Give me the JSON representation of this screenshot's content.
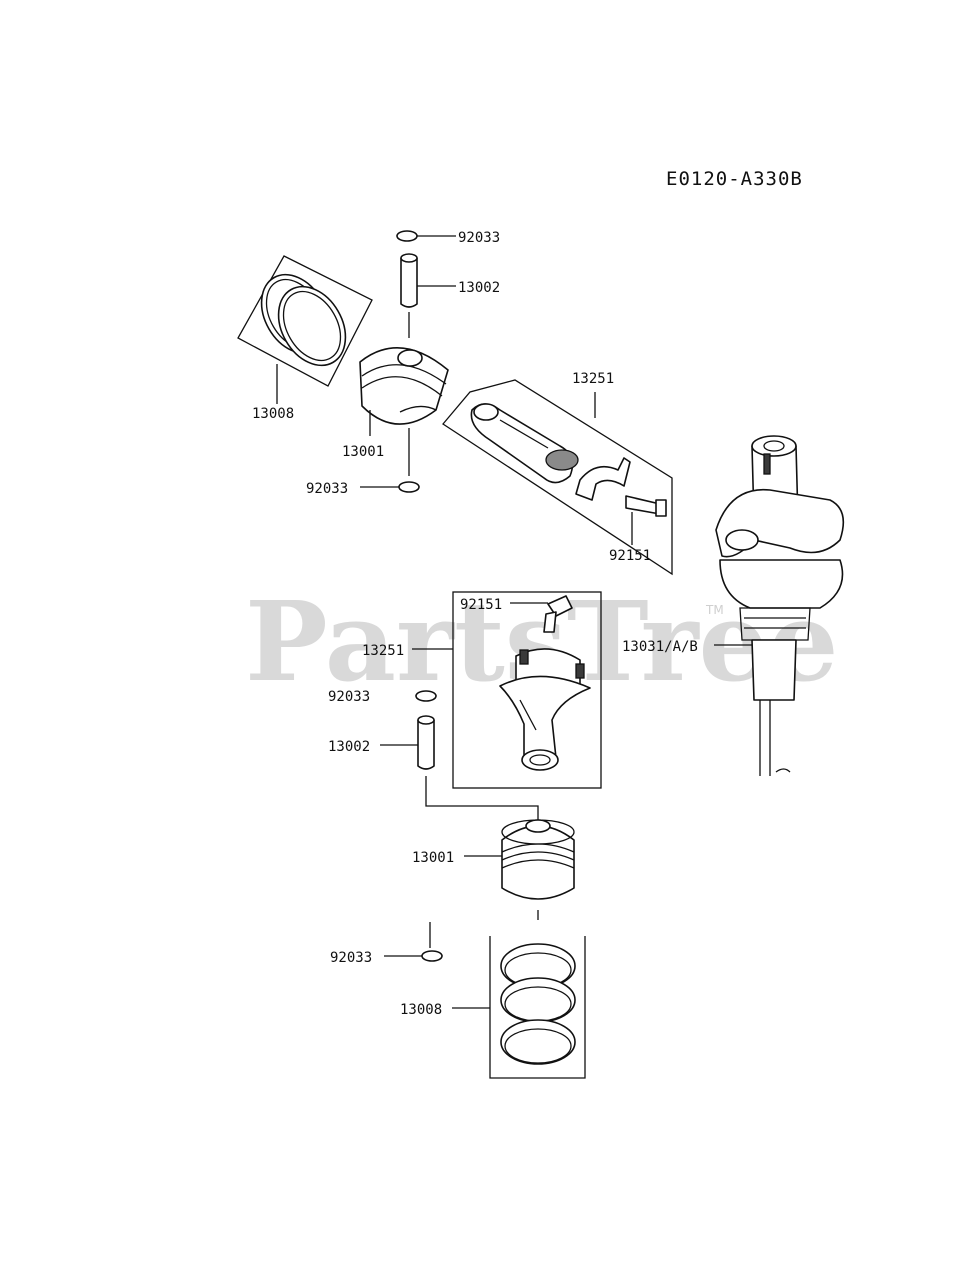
{
  "diagram_code": "E0120-A330B",
  "watermark": {
    "text": "PartsTree",
    "trademark": "TM"
  },
  "labels": {
    "upper_snap_ring_top": "92033",
    "upper_piston_pin": "13002",
    "upper_ring_set": "13008",
    "upper_piston": "13001",
    "upper_snap_ring_bottom": "92033",
    "upper_connecting_rod": "13251",
    "upper_rod_bolt": "92151",
    "lower_rod_bolt": "92151",
    "lower_connecting_rod": "13251",
    "crankshaft": "13031/A/B",
    "lower_snap_ring_top": "92033",
    "lower_piston_pin": "13002",
    "lower_piston": "13001",
    "lower_snap_ring_bottom": "92033",
    "lower_ring_set": "13008"
  },
  "colors": {
    "line": "#111111",
    "watermark": "#d9d9d9",
    "shade": "#8a8a8a"
  }
}
